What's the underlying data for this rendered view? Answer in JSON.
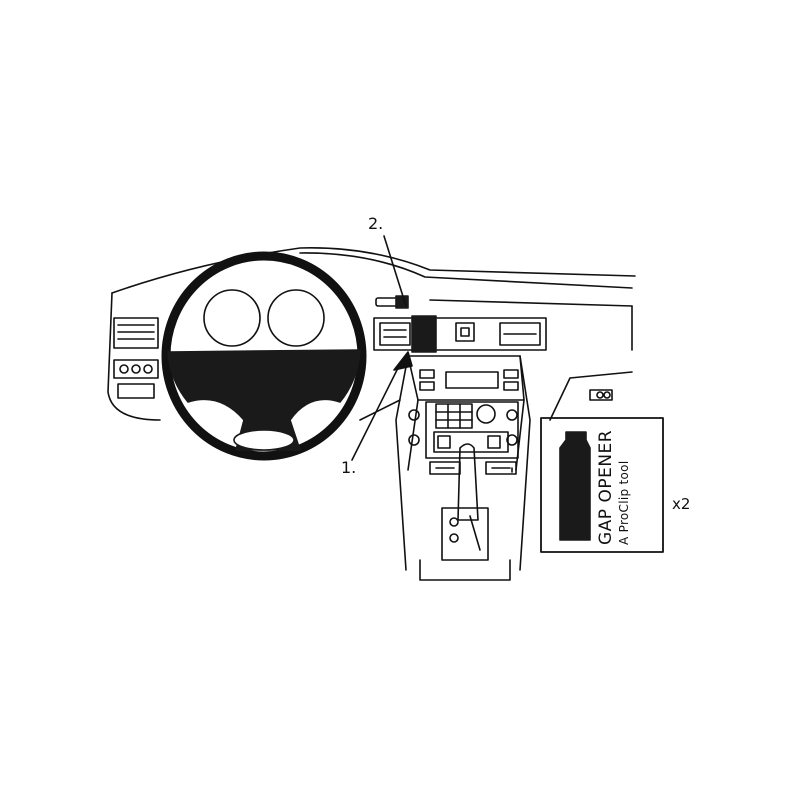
{
  "diagram": {
    "callout_2": "2.",
    "callout_1": "1.",
    "quantity": "x2",
    "tool": {
      "title": "GAP OPENER",
      "subtitle": "A ProClip tool"
    }
  },
  "colors": {
    "line": "#111111",
    "fill_dark": "#1a1a1a",
    "background": "#ffffff"
  }
}
